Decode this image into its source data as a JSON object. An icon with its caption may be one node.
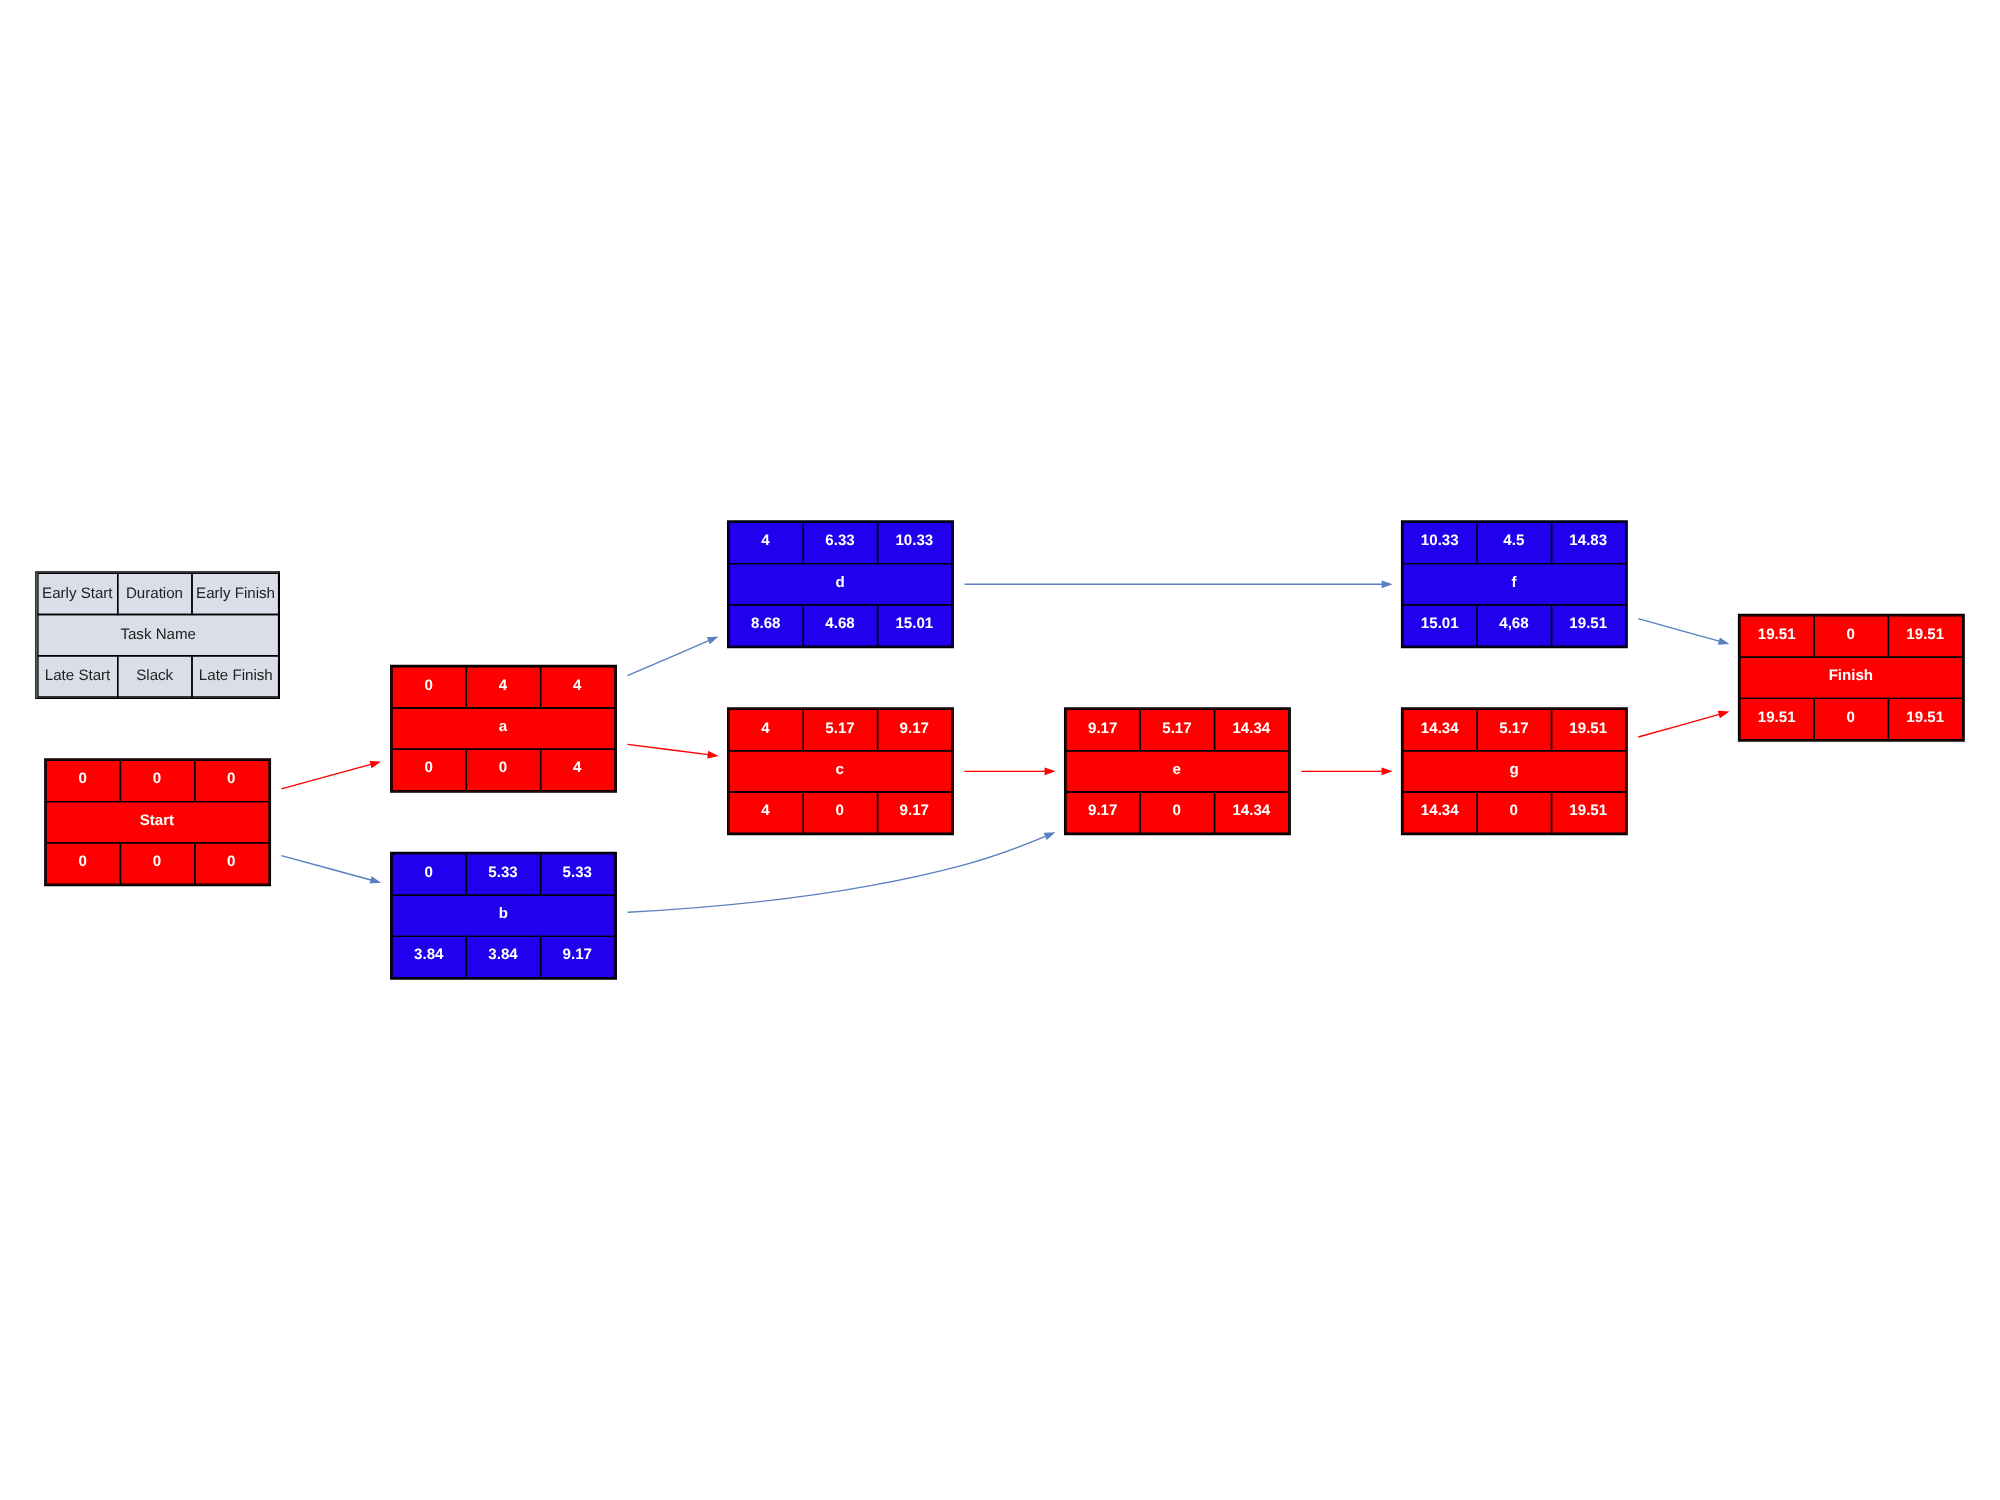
{
  "diagram": {
    "nodes": [
      {
        "text": [
          "0",
          "0",
          "0",
          "Start",
          "0",
          "0",
          "0"
        ]
      },
      {
        "text": [
          "0",
          "4",
          "4",
          "a",
          "0",
          "0",
          "4"
        ]
      },
      {
        "text": [
          "0",
          "5.33",
          "5.33",
          "b",
          "3.84",
          "3.84",
          "9.17"
        ]
      },
      {
        "text": [
          "4",
          "6.33",
          "10.33",
          "d",
          "8.68",
          "4.68",
          "15.01"
        ]
      },
      {
        "text": [
          "4",
          "5.17",
          "9.17",
          "c",
          "4",
          "0",
          "9.17"
        ]
      },
      {
        "text": [
          "9.17",
          "5.17",
          "14.34",
          "e",
          "9.17",
          "0",
          "14.34"
        ]
      },
      {
        "text": [
          "10.33",
          "4.5",
          "14.83",
          "f",
          "15.01",
          "4,68",
          "19.51"
        ]
      },
      {
        "text": [
          "14.34",
          "5.17",
          "19.51",
          "g",
          "14.34",
          "0",
          "19.51"
        ]
      },
      {
        "text": [
          "19.51",
          "0",
          "19.51",
          "Finish",
          "19.51",
          "0",
          "19.51"
        ]
      },
      {
        "text": [
          "Early Start",
          "Duration",
          "Early Finish",
          "Task Name",
          "Late Start",
          "Slack",
          "Late Finish"
        ]
      }
    ],
    "edges": [
      {
        "from": 0,
        "to": 1,
        "arrow": "to"
      },
      {
        "from": 0,
        "to": 2,
        "arrow": "to",
        "color": "#5b7fc0"
      },
      {
        "from": 1,
        "to": 3,
        "arrow": "to",
        "color": "#5b7fc0"
      },
      {
        "from": 1,
        "to": 4,
        "arrow": "to"
      },
      {
        "from": 2,
        "to": 5,
        "arrow": "to",
        "color": "#5b7fc0"
      },
      {
        "from": 4,
        "to": 5,
        "arrow": "to"
      },
      {
        "from": 3,
        "to": 6,
        "arrow": "to",
        "color": "#5b7fc0"
      },
      {
        "from": 5,
        "to": 7,
        "arrow": "to"
      },
      {
        "from": 6,
        "to": 8,
        "arrow": "to",
        "color": "#5b7fc0"
      },
      {
        "from": 7,
        "to": 8,
        "arrow": "to"
      }
    ]
  }
}
